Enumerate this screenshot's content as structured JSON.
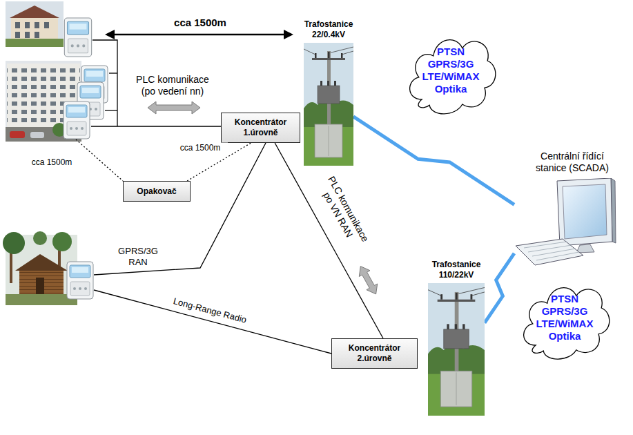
{
  "diagram": {
    "nodes": [
      {
        "text": [
          "Trafostanice 22/0.4kV"
        ]
      },
      {
        "text": [
          "Koncentrátor 1.úrovně"
        ]
      },
      {
        "text": [
          "Opakovač"
        ]
      },
      {
        "text": [
          "PTSN GPRS/3G LTE/WiMAX Optika"
        ]
      },
      {
        "text": [
          "Centrální řídící stanice (SCADA)"
        ]
      },
      {
        "text": [
          "Trafostanice 110/22kV"
        ]
      },
      {
        "text": [
          "PTSN GPRS/3G LTE/WiMAX Optika"
        ]
      },
      {
        "text": [
          "Koncentrátor 2.úrovně"
        ]
      }
    ],
    "edges": [
      {
        "from": 2,
        "to": 1,
        "arrow": "none"
      },
      {
        "from": 1,
        "to": 7,
        "label": "PLC komunikace po VN RAN",
        "arrow": "none"
      },
      {
        "from": 0,
        "to": 4,
        "arrow": "none"
      },
      {
        "from": 4,
        "to": 5,
        "arrow": "none"
      }
    ],
    "labels": [
      "cca 1500m",
      "PLC komunikace (po vedení nn)",
      "cca 1500m",
      "cca 1500m",
      "GPRS/3G RAN",
      "Long-Range Radio"
    ]
  }
}
